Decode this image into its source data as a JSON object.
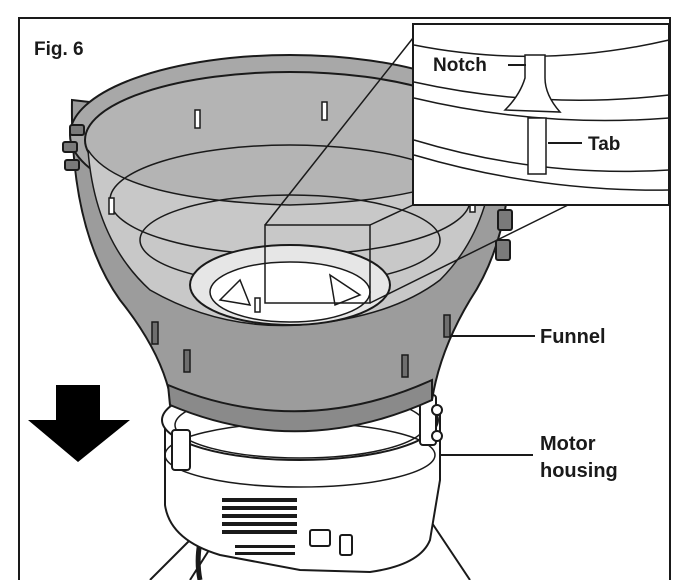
{
  "figure": {
    "label": "Fig. 6",
    "callouts": {
      "notch": "Notch",
      "tab": "Tab",
      "funnel": "Funnel",
      "motor_housing_line1": "Motor",
      "motor_housing_line2": "housing"
    }
  },
  "colors": {
    "funnel_fill": "#9c9c9c",
    "funnel_dark": "#6e6e6e",
    "inner_light": "#e6e6e6",
    "line": "#1a1a1a",
    "arrow": "#000000",
    "background": "#ffffff"
  }
}
